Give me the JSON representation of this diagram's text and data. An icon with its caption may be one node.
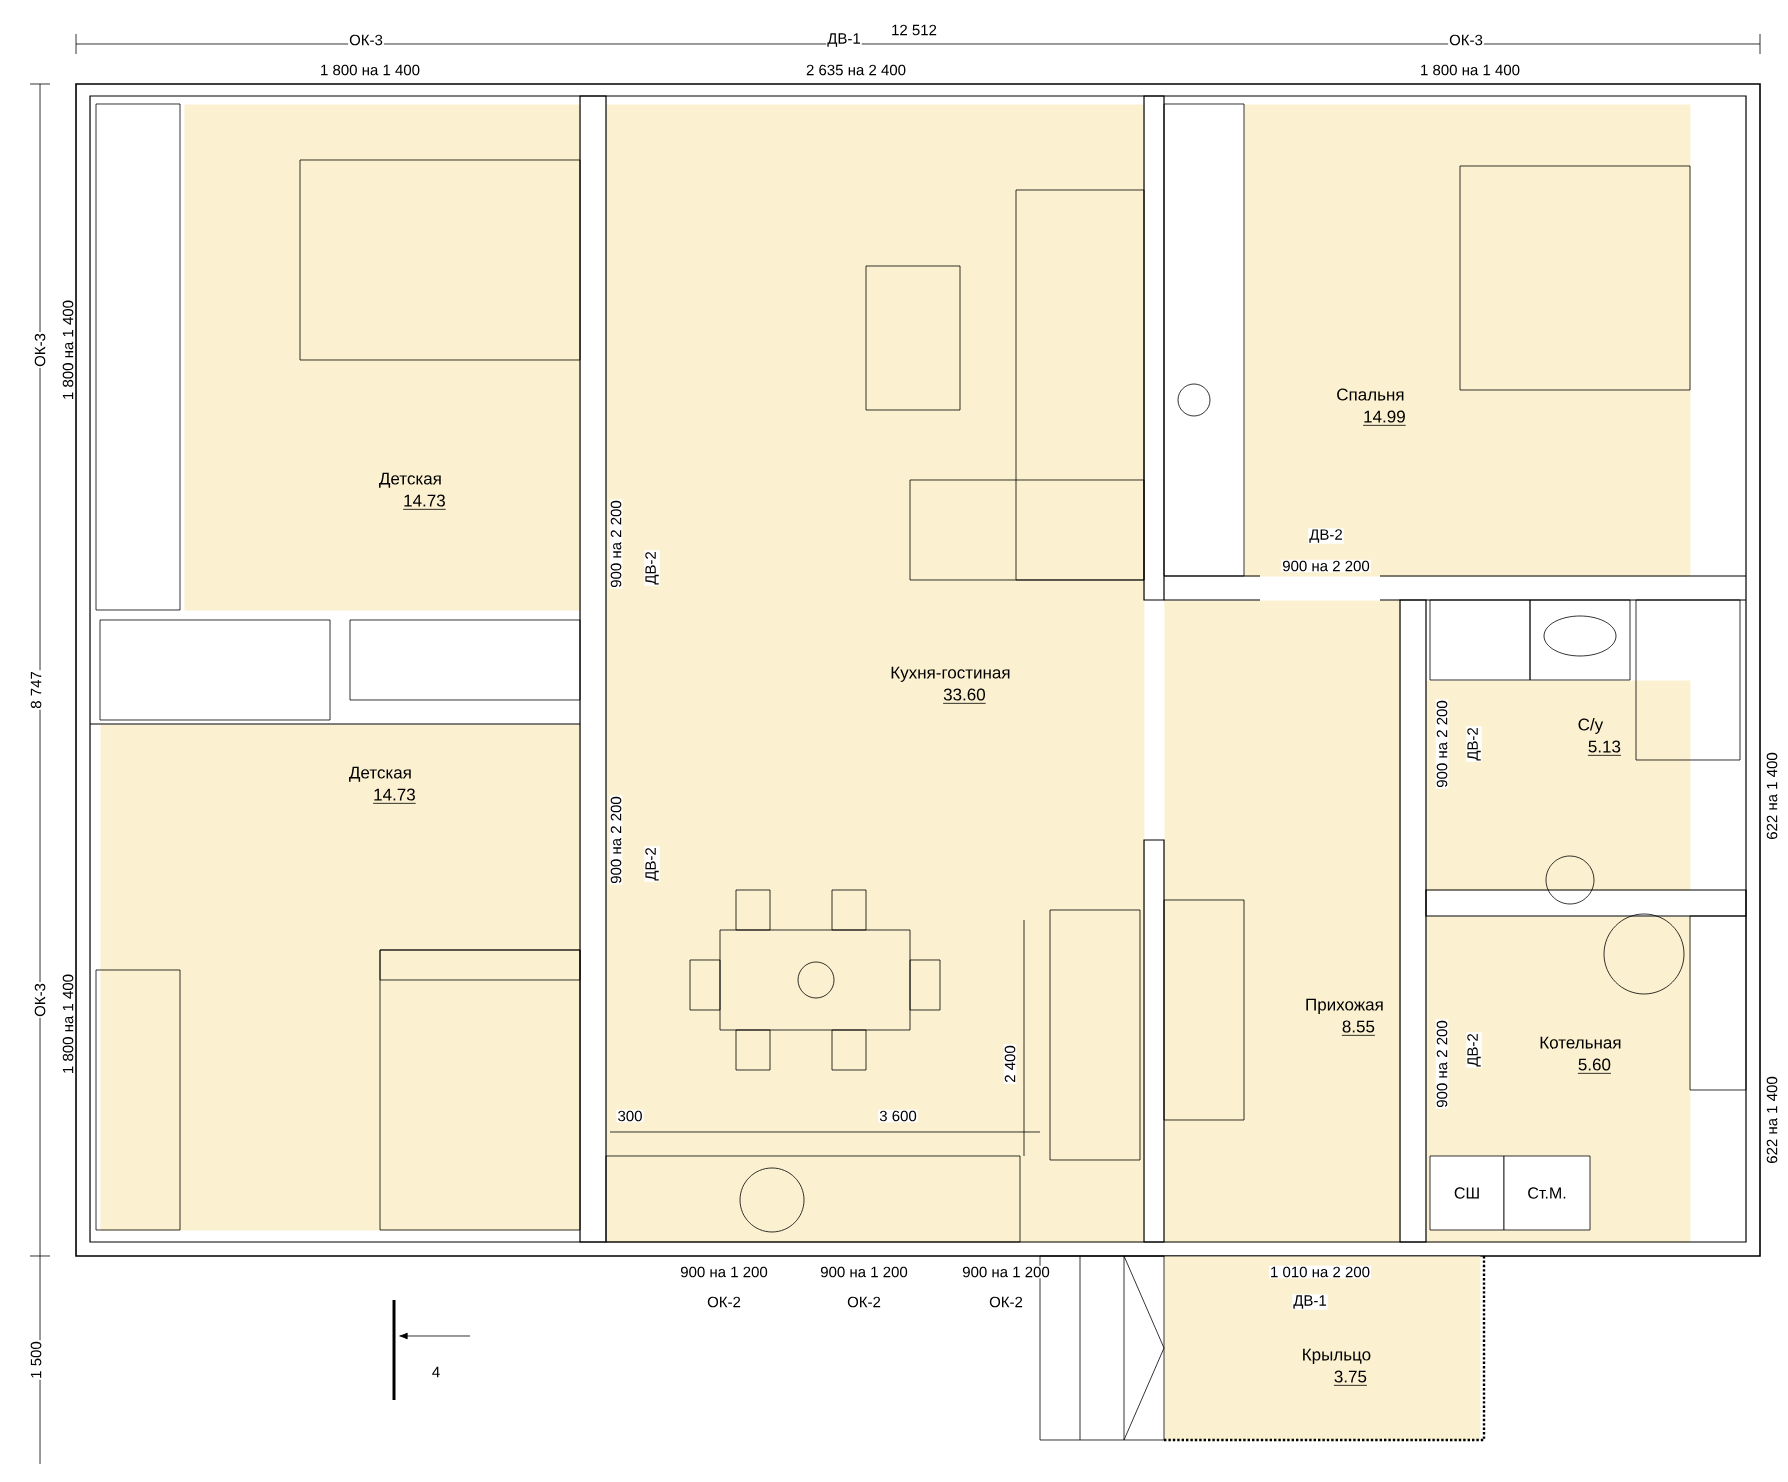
{
  "diagram": {
    "nodes": [
      {
        "text": [
          "Детская",
          "14.73"
        ]
      },
      {
        "text": [
          "Детская",
          "14.73"
        ]
      },
      {
        "text": [
          "Кухня-гостиная",
          "33.60"
        ]
      },
      {
        "text": [
          "Спальня",
          "14.99"
        ]
      },
      {
        "text": [
          "Прихожая",
          "8.55"
        ]
      },
      {
        "text": [
          "С/у",
          "5.13"
        ]
      },
      {
        "text": [
          "Котельная",
          "5.60"
        ]
      },
      {
        "text": [
          "Крыльцо",
          "3.75"
        ]
      },
      {
        "text": [
          "СШ"
        ],
        "in": 6
      },
      {
        "text": [
          "Ст.М."
        ],
        "in": 6
      }
    ],
    "labels": [
      "ОК-3",
      "ДВ-1",
      "12 512",
      "ОК-3",
      "1 800 на 1 400",
      "2 635 на 2 400",
      "1 800 на 1 400",
      "ОК-3",
      "1 800 на 1 400",
      "8 747",
      "900 на 2 200",
      "ДВ-2",
      "ДВ-2",
      "900 на 2 200",
      "900 на 2 200",
      "ДВ-2",
      "622 на 1 400",
      "900 на 2 200",
      "ДВ-2",
      "ОК-3",
      "1 800 на 1 400",
      "900 на 2 200",
      "ДВ-2",
      "622 на 1 400",
      "300",
      "3 600",
      "2 400",
      "900 на 1 200",
      "900 на 1 200",
      "900 на 1 200",
      "1 010 на 2 200",
      "ОК-2",
      "ОК-2",
      "ОК-2",
      "ДВ-1",
      "1 500",
      "4"
    ]
  }
}
